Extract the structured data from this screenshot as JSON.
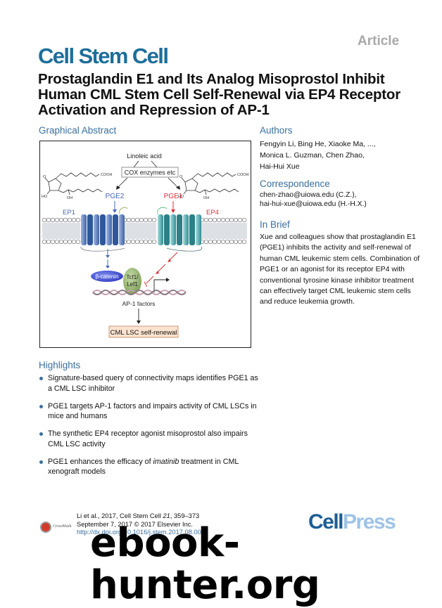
{
  "header": {
    "article_label": "Article",
    "journal": "Cell Stem Cell",
    "title": "Prostaglandin E1 and Its Analog Misoprostol Inhibit Human CML Stem Cell Self-Renewal via EP4 Receptor Activation and Repression of AP-1"
  },
  "graphical_abstract": {
    "heading": "Graphical Abstract",
    "labels": {
      "linoleic": "Linoleic acid",
      "cox": "COX enzymes etc",
      "pge2": "PGE2",
      "pge1": "PGE1",
      "ep1": "EP1",
      "ep4": "EP4",
      "cooh": "COOH",
      "ho": "HO",
      "oh": "OH",
      "o": "O",
      "beta_catenin": "β-catenin",
      "tcf1": "Tcf1/",
      "lef1": "Lef1",
      "ap1": "AP-1 factors",
      "outcome": "CML LSC self-renewal"
    },
    "colors": {
      "ep1": "#4a67b8",
      "ep4": "#d8323a",
      "inhibit_arrow": "#d8323a",
      "beta_catenin": "#3b49c9",
      "tcf": "#8fae6a",
      "outcome_bg": "#fbe3cf"
    }
  },
  "authors": {
    "heading": "Authors",
    "lines": [
      "Fengyin Li, Bing He, Xiaoke Ma, ...,",
      "Monica L. Guzman, Chen Zhao,",
      "Hai-Hui Xue"
    ]
  },
  "correspondence": {
    "heading": "Correspondence",
    "lines": [
      "chen-zhao@uiowa.edu (C.Z.),",
      "hai-hui-xue@uiowa.edu (H.-H.X.)"
    ]
  },
  "in_brief": {
    "heading": "In Brief",
    "text": "Xue and colleagues show that prostaglandin E1 (PGE1) inhibits the activity and self-renewal of human CML leukemic stem cells. Combination of PGE1 or an agonist for its receptor EP4 with conventional tyrosine kinase inhibitor treatment can effectively target CML leukemic stem cells and reduce leukemia growth."
  },
  "highlights": {
    "heading": "Highlights",
    "items": [
      {
        "text": "Signature-based query of connectivity maps identifies PGE1 as a CML LSC inhibitor"
      },
      {
        "text": "PGE1 targets AP-1 factors and impairs activity of CML LSCs in mice and humans"
      },
      {
        "text": "The synthetic EP4 receptor agonist misoprostol also impairs CML LSC activity"
      },
      {
        "pre": "PGE1 enhances the efficacy of ",
        "em": "imatinib",
        "post": " treatment in CML xenograft models"
      }
    ]
  },
  "footer": {
    "citation_pre": "Li et al., 2017, Cell Stem Cell ",
    "citation_vol": "21",
    "citation_post": ", 359–373",
    "date_line": "September 7, 2017 © 2017 Elsevier Inc.",
    "doi": "http://dx.doi.org/10.1016/j.stem.2017.08.001",
    "crossmark": "CrossMark",
    "publisher_part1": "Cell",
    "publisher_part2": "Press",
    "watermark": "ebook-hunter.org"
  }
}
